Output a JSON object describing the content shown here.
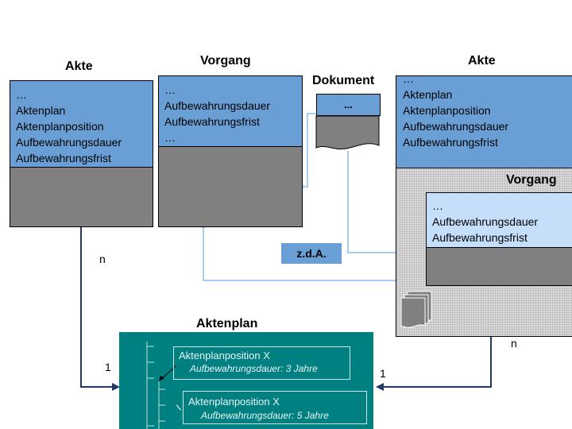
{
  "akte_left": {
    "title": "Akte",
    "lines": [
      "…",
      "Aktenplan",
      "Aktenplanposition",
      "Aufbewahrungsdauer",
      "Aufbewahrungsfrist"
    ]
  },
  "vorgang": {
    "title": "Vorgang",
    "lines": [
      "…",
      "Aufbewahrungsdauer",
      "Aufbewahrungsfrist",
      "…"
    ]
  },
  "dokument": {
    "title": "Dokument",
    "label": "..."
  },
  "akte_right": {
    "title": "Akte",
    "lines": [
      "…",
      "Aktenplan",
      "Aktenplanposition",
      "Aufbewahrungsdauer",
      "Aufbewahrungsfrist"
    ],
    "inner_vorgang": {
      "title": "Vorgang",
      "lines": [
        "…",
        "Aufbewahrungsdauer",
        "Aufbewahrungsfrist"
      ]
    }
  },
  "zda": "z.d.A.",
  "aktenplan": {
    "title": "Aktenplan",
    "position1": {
      "name": "Aktenplanposition X",
      "detail": "Aufbewahrungsdauer: 3 Jahre"
    },
    "position2": {
      "name": "Aktenplanposition X",
      "detail": "Aufbewahrungsdauer: 5 Jahre"
    }
  },
  "cardinalities": {
    "left_n": "n",
    "left_1": "1",
    "right_n": "n",
    "right_1": "1"
  },
  "colors": {
    "blue": "#6a9fd6",
    "light_blue": "#c5defa",
    "grey": "#808080",
    "teal": "#008080",
    "navy": "#1f3a6a",
    "connector": "#a9cdf2"
  }
}
